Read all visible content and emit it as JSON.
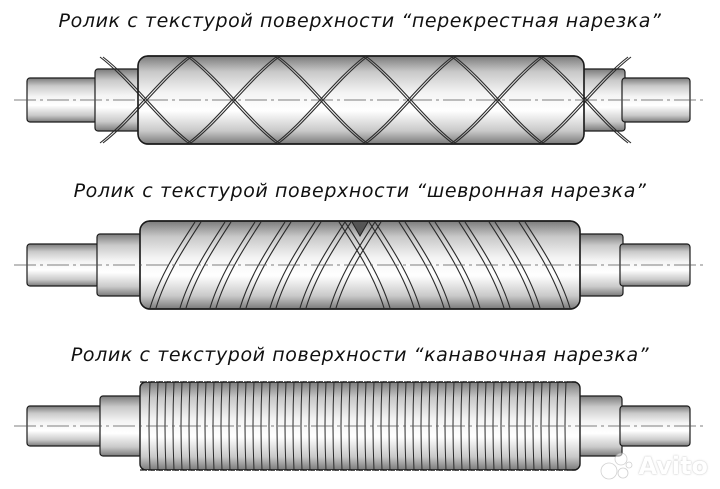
{
  "captions": {
    "crosshatch": "Ролик с текстурой поверхности “перекрестная нарезка”",
    "chevron": "Ролик с текстурой поверхности “шевронная нарезка”",
    "groove": "Ролик с текстурой поверхности “канавочная нарезка”"
  },
  "watermark": {
    "text": "Avito"
  },
  "colors": {
    "outline": "#1a1a1a",
    "metal_light": "#f4f4f4",
    "metal_mid": "#c9c9c9",
    "metal_dark": "#7a7a7a",
    "centerline": "#555555"
  }
}
